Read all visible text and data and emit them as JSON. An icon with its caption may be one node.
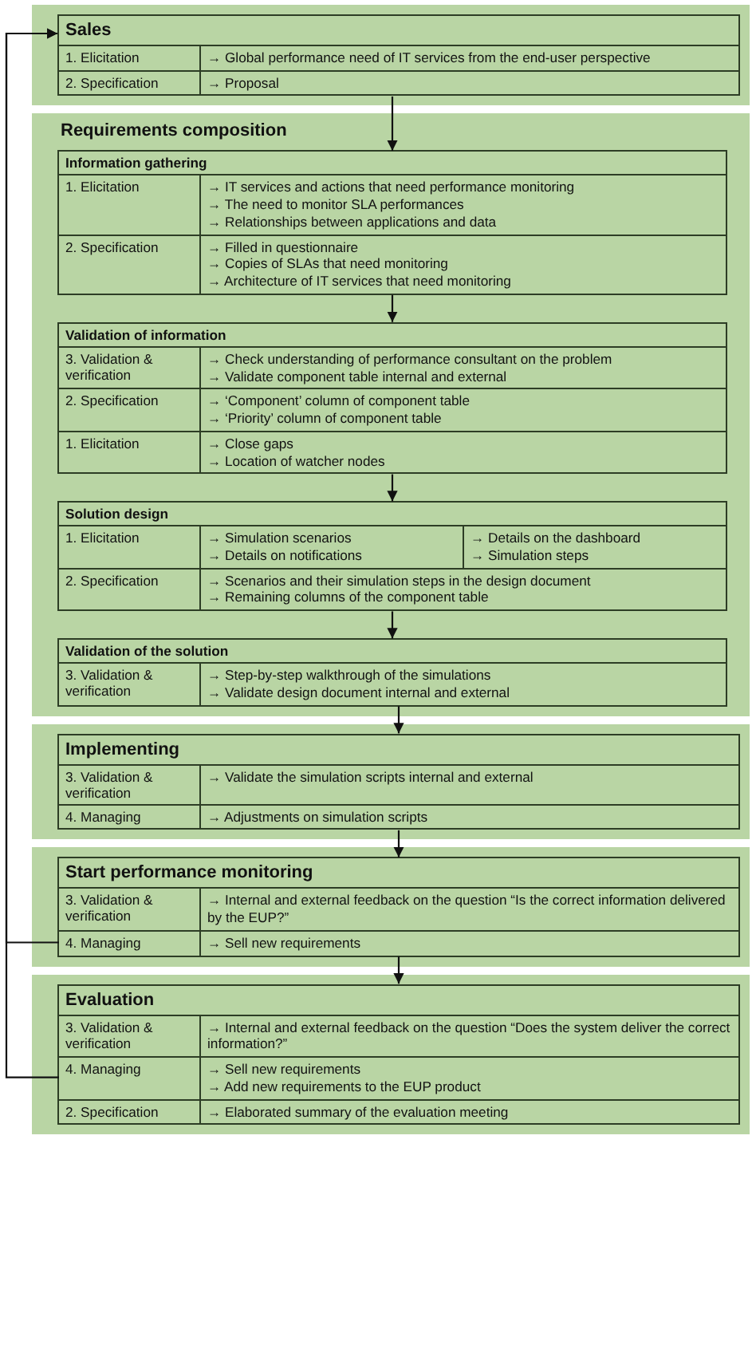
{
  "diagram": {
    "nodes": [
      {
        "text": [
          "Sales"
        ]
      },
      {
        "text": [
          "1. Elicitation",
          "→ Global performance need of IT services from the end-user perspective"
        ],
        "in": 0
      },
      {
        "text": [
          "2. Specification",
          "→ Proposal"
        ],
        "in": 0
      },
      {
        "text": [
          "Requirements composition"
        ]
      },
      {
        "text": [
          "Information gathering"
        ],
        "in": 3
      },
      {
        "text": [
          "1. Elicitation",
          "→ IT services and actions that need performance monitoring",
          "→ The need to monitor SLA performances",
          "→ Relationships between applications and data"
        ],
        "in": 4
      },
      {
        "text": [
          "2. Specification",
          "→ Filled in questionnaire",
          "→ Copies of SLAs that need monitoring",
          "→ Architecture of IT services that need monitoring"
        ],
        "in": 4
      },
      {
        "text": [
          "Validation of information"
        ],
        "in": 3
      },
      {
        "text": [
          "3. Validation & verification",
          "→ Check understanding of performance consultant on the problem",
          "→ Validate component table internal and external"
        ],
        "in": 7
      },
      {
        "text": [
          "2. Specification",
          "→ ‘Component’ column of component table",
          "→ ‘Priority’ column of component table"
        ],
        "in": 7
      },
      {
        "text": [
          "1. Elicitation",
          "→ Close gaps",
          "→ Location of watcher nodes"
        ],
        "in": 7
      },
      {
        "text": [
          "Solution design"
        ],
        "in": 3
      },
      {
        "text": [
          "1. Elicitation",
          "→ Simulation scenarios",
          "→ Details on notifications",
          "→ Details on the dashboard",
          "→ Simulation steps"
        ],
        "in": 11
      },
      {
        "text": [
          "2. Specification",
          "→ Scenarios and their simulation steps in the design document",
          "→ Remaining columns of the component table"
        ],
        "in": 11
      },
      {
        "text": [
          "Validation of the solution"
        ],
        "in": 3
      },
      {
        "text": [
          "3. Validation & verification",
          "→ Step-by-step walkthrough of the simulations",
          "→ Validate design document internal and external"
        ],
        "in": 14
      },
      {
        "text": [
          "Implementing"
        ]
      },
      {
        "text": [
          "3. Validation & verification",
          "→ Validate the simulation scripts internal and external"
        ],
        "in": 16
      },
      {
        "text": [
          "4. Managing",
          "→ Adjustments on simulation scripts"
        ],
        "in": 16
      },
      {
        "text": [
          "Start performance monitoring"
        ]
      },
      {
        "text": [
          "3. Validation & verification",
          "→ Internal and external feedback on the question “Is the correct information delivered by the EUP?”"
        ],
        "in": 19
      },
      {
        "text": [
          "4. Managing",
          "→ Sell new requirements"
        ],
        "in": 19
      },
      {
        "text": [
          "Evaluation"
        ]
      },
      {
        "text": [
          "3. Validation & verification",
          "→ Internal and external feedback on the question “Does the system deliver the correct information?”"
        ],
        "in": 22
      },
      {
        "text": [
          "4. Managing",
          "→ Sell new requirements",
          "→ Add new requirements to the EUP product"
        ],
        "in": 22
      },
      {
        "text": [
          "2. Specification",
          "→ Elaborated summary of the evaluation meeting"
        ],
        "in": 22
      }
    ],
    "edges": [
      {
        "from": 0,
        "to": 4,
        "arrow": "to"
      },
      {
        "from": 4,
        "to": 7,
        "arrow": "to"
      },
      {
        "from": 7,
        "to": 11,
        "arrow": "to"
      },
      {
        "from": 11,
        "to": 14,
        "arrow": "to"
      },
      {
        "from": 14,
        "to": 16,
        "arrow": "to"
      },
      {
        "from": 16,
        "to": 19,
        "arrow": "to"
      },
      {
        "from": 19,
        "to": 22,
        "arrow": "to"
      },
      {
        "from": 21,
        "to": 0,
        "arrow": "to"
      },
      {
        "from": 24,
        "to": 0,
        "arrow": "to"
      }
    ]
  }
}
